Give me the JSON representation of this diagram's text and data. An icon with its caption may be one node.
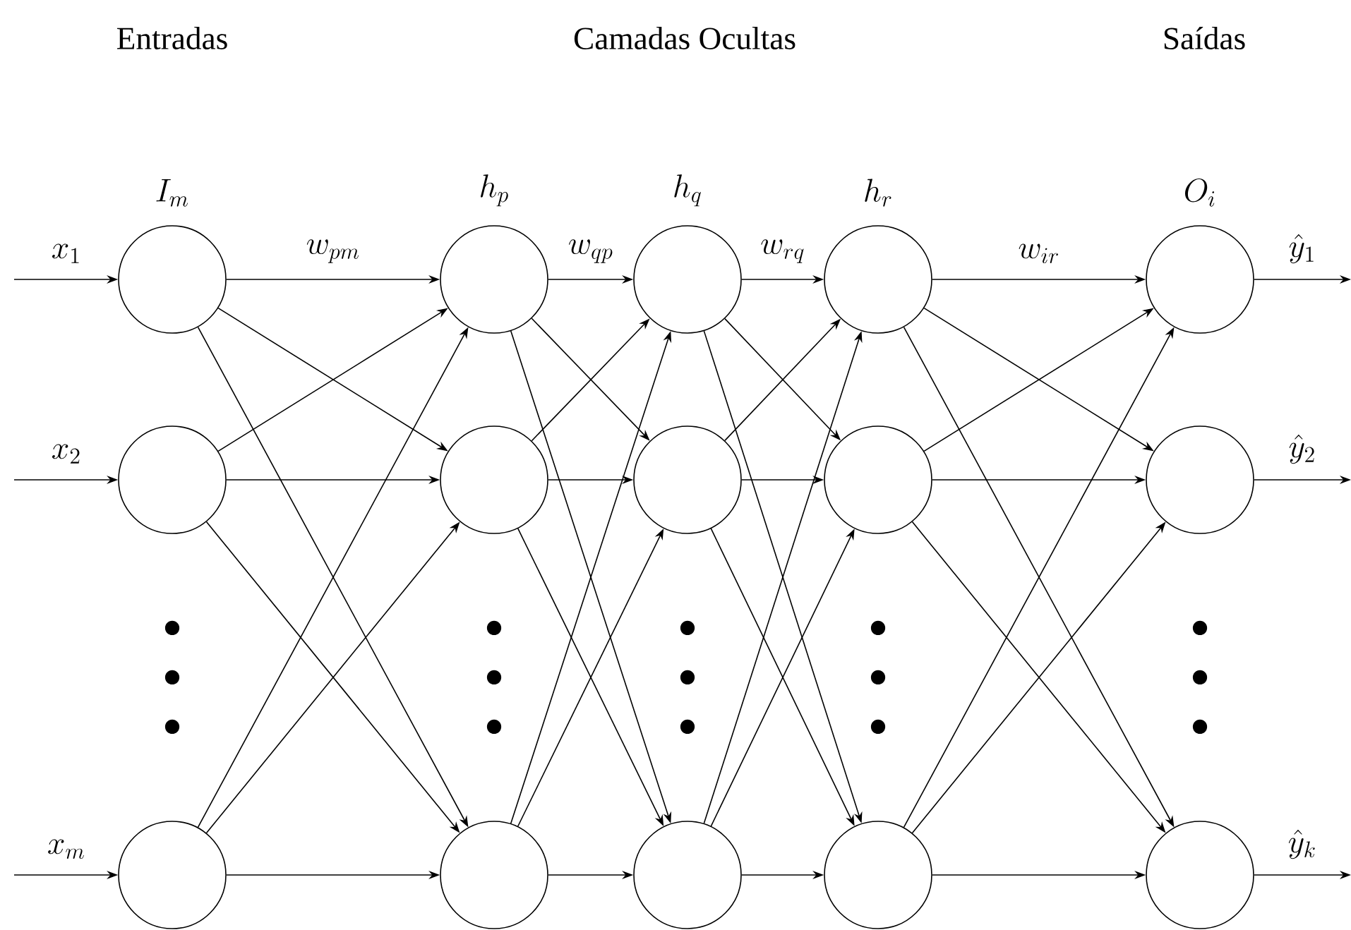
{
  "diagram": {
    "nodes": [
      {
        "text": [],
        "shape": "circle",
        "beside": [
          "I_m"
        ]
      },
      {
        "text": [],
        "shape": "circle"
      },
      {
        "text": [],
        "shape": "circle"
      },
      {
        "text": [],
        "shape": "circle",
        "beside": [
          "h_p"
        ]
      },
      {
        "text": [],
        "shape": "circle"
      },
      {
        "text": [],
        "shape": "circle"
      },
      {
        "text": [],
        "shape": "circle",
        "beside": [
          "h_q"
        ]
      },
      {
        "text": [],
        "shape": "circle"
      },
      {
        "text": [],
        "shape": "circle"
      },
      {
        "text": [],
        "shape": "circle",
        "beside": [
          "h_r"
        ]
      },
      {
        "text": [],
        "shape": "circle"
      },
      {
        "text": [],
        "shape": "circle"
      },
      {
        "text": [],
        "shape": "circle",
        "beside": [
          "O_i"
        ]
      },
      {
        "text": [],
        "shape": "circle"
      },
      {
        "text": [],
        "shape": "circle"
      }
    ],
    "edges": [
      {
        "from": null,
        "to": 0,
        "arrow": "to",
        "label": "x_1"
      },
      {
        "from": null,
        "to": 1,
        "arrow": "to",
        "label": "x_2"
      },
      {
        "from": null,
        "to": 2,
        "arrow": "to",
        "label": "x_m"
      },
      {
        "from": 0,
        "to": 3,
        "arrow": "to",
        "label": "w_{pm}"
      },
      {
        "from": 0,
        "to": 4,
        "arrow": "to"
      },
      {
        "from": 0,
        "to": 5,
        "arrow": "to"
      },
      {
        "from": 1,
        "to": 3,
        "arrow": "to"
      },
      {
        "from": 1,
        "to": 4,
        "arrow": "to"
      },
      {
        "from": 1,
        "to": 5,
        "arrow": "to"
      },
      {
        "from": 2,
        "to": 3,
        "arrow": "to"
      },
      {
        "from": 2,
        "to": 4,
        "arrow": "to"
      },
      {
        "from": 2,
        "to": 5,
        "arrow": "to"
      },
      {
        "from": 3,
        "to": 6,
        "arrow": "to",
        "label": "w_{qp}"
      },
      {
        "from": 3,
        "to": 7,
        "arrow": "to"
      },
      {
        "from": 3,
        "to": 8,
        "arrow": "to"
      },
      {
        "from": 4,
        "to": 6,
        "arrow": "to"
      },
      {
        "from": 4,
        "to": 7,
        "arrow": "to"
      },
      {
        "from": 4,
        "to": 8,
        "arrow": "to"
      },
      {
        "from": 5,
        "to": 6,
        "arrow": "to"
      },
      {
        "from": 5,
        "to": 7,
        "arrow": "to"
      },
      {
        "from": 5,
        "to": 8,
        "arrow": "to"
      },
      {
        "from": 6,
        "to": 9,
        "arrow": "to",
        "label": "w_{rq}"
      },
      {
        "from": 6,
        "to": 10,
        "arrow": "to"
      },
      {
        "from": 6,
        "to": 11,
        "arrow": "to"
      },
      {
        "from": 7,
        "to": 9,
        "arrow": "to"
      },
      {
        "from": 7,
        "to": 10,
        "arrow": "to"
      },
      {
        "from": 7,
        "to": 11,
        "arrow": "to"
      },
      {
        "from": 8,
        "to": 9,
        "arrow": "to"
      },
      {
        "from": 8,
        "to": 10,
        "arrow": "to"
      },
      {
        "from": 8,
        "to": 11,
        "arrow": "to"
      },
      {
        "from": 9,
        "to": 12,
        "arrow": "to",
        "label": "w_{ir}"
      },
      {
        "from": 9,
        "to": 13,
        "arrow": "to"
      },
      {
        "from": 9,
        "to": 14,
        "arrow": "to"
      },
      {
        "from": 10,
        "to": 12,
        "arrow": "to"
      },
      {
        "from": 10,
        "to": 13,
        "arrow": "to"
      },
      {
        "from": 10,
        "to": 14,
        "arrow": "to"
      },
      {
        "from": 11,
        "to": 12,
        "arrow": "to"
      },
      {
        "from": 11,
        "to": 13,
        "arrow": "to"
      },
      {
        "from": 11,
        "to": 14,
        "arrow": "to"
      },
      {
        "from": 12,
        "to": null,
        "arrow": "to",
        "label": "\\hat{y}_1"
      },
      {
        "from": 13,
        "to": null,
        "arrow": "to",
        "label": "\\hat{y}_2"
      },
      {
        "from": 14,
        "to": null,
        "arrow": "to",
        "label": "\\hat{y}_k"
      }
    ],
    "labels": [
      "Entradas",
      "Camadas Ocultas",
      "Saídas"
    ]
  }
}
